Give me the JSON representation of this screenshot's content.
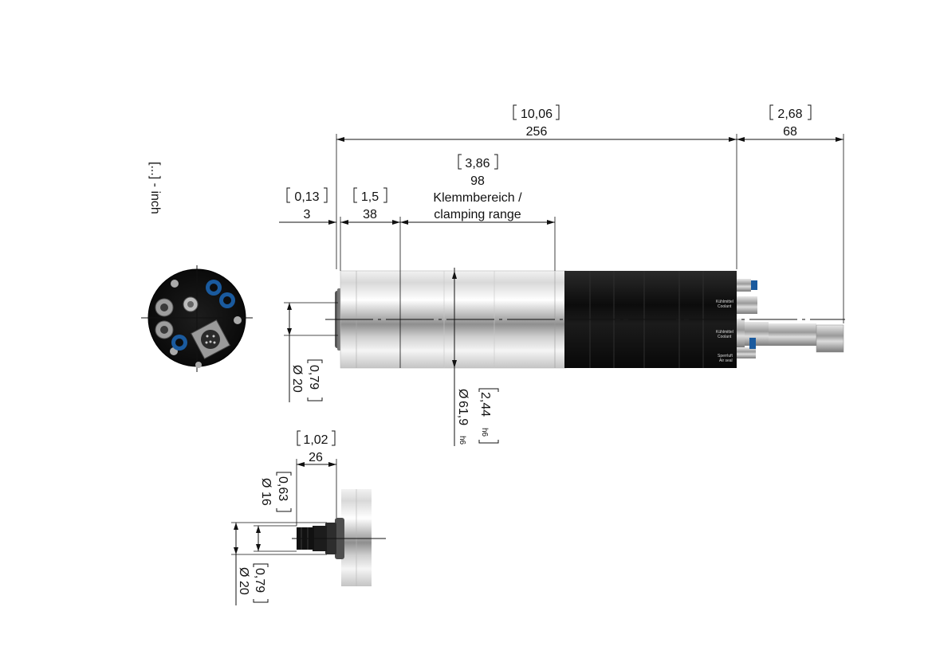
{
  "units_note": "[...] - inch",
  "dimensions": {
    "total_length": {
      "inch": "10,06",
      "mm": "256"
    },
    "rear_length": {
      "inch": "2,68",
      "mm": "68"
    },
    "clamping_range": {
      "inch": "3,86",
      "mm": "98",
      "label_de": "Klemmbereich /",
      "label_en": "clamping range"
    },
    "collet_offset": {
      "inch": "0,13",
      "mm": "3"
    },
    "nose_length": {
      "inch": "1,5",
      "mm": "38"
    },
    "shaft_diameter": {
      "inch": "0,79",
      "mm": "20",
      "symbol": "Ø"
    },
    "body_diameter": {
      "inch": "2,44",
      "mm": "61,9",
      "tol": "h6",
      "symbol": "Ø"
    },
    "detail_length": {
      "inch": "1,02",
      "mm": "26"
    },
    "detail_collet_diameter": {
      "inch": "0,63",
      "mm": "16",
      "symbol": "Ø"
    },
    "detail_shaft_diameter": {
      "inch": "0,79",
      "mm": "20",
      "symbol": "Ø"
    }
  },
  "body_labels": {
    "coolant_1_de": "Kühlmittel",
    "coolant_1_en": "Coolant",
    "coolant_2_de": "Kühlmittel",
    "coolant_2_en": "Coolant",
    "air_de": "Sperrluft",
    "air_en": "Air seal"
  },
  "colors": {
    "motor_black": "#141414",
    "coolant_blue": "#1a5a9e",
    "steel": "#c8c8c8"
  }
}
